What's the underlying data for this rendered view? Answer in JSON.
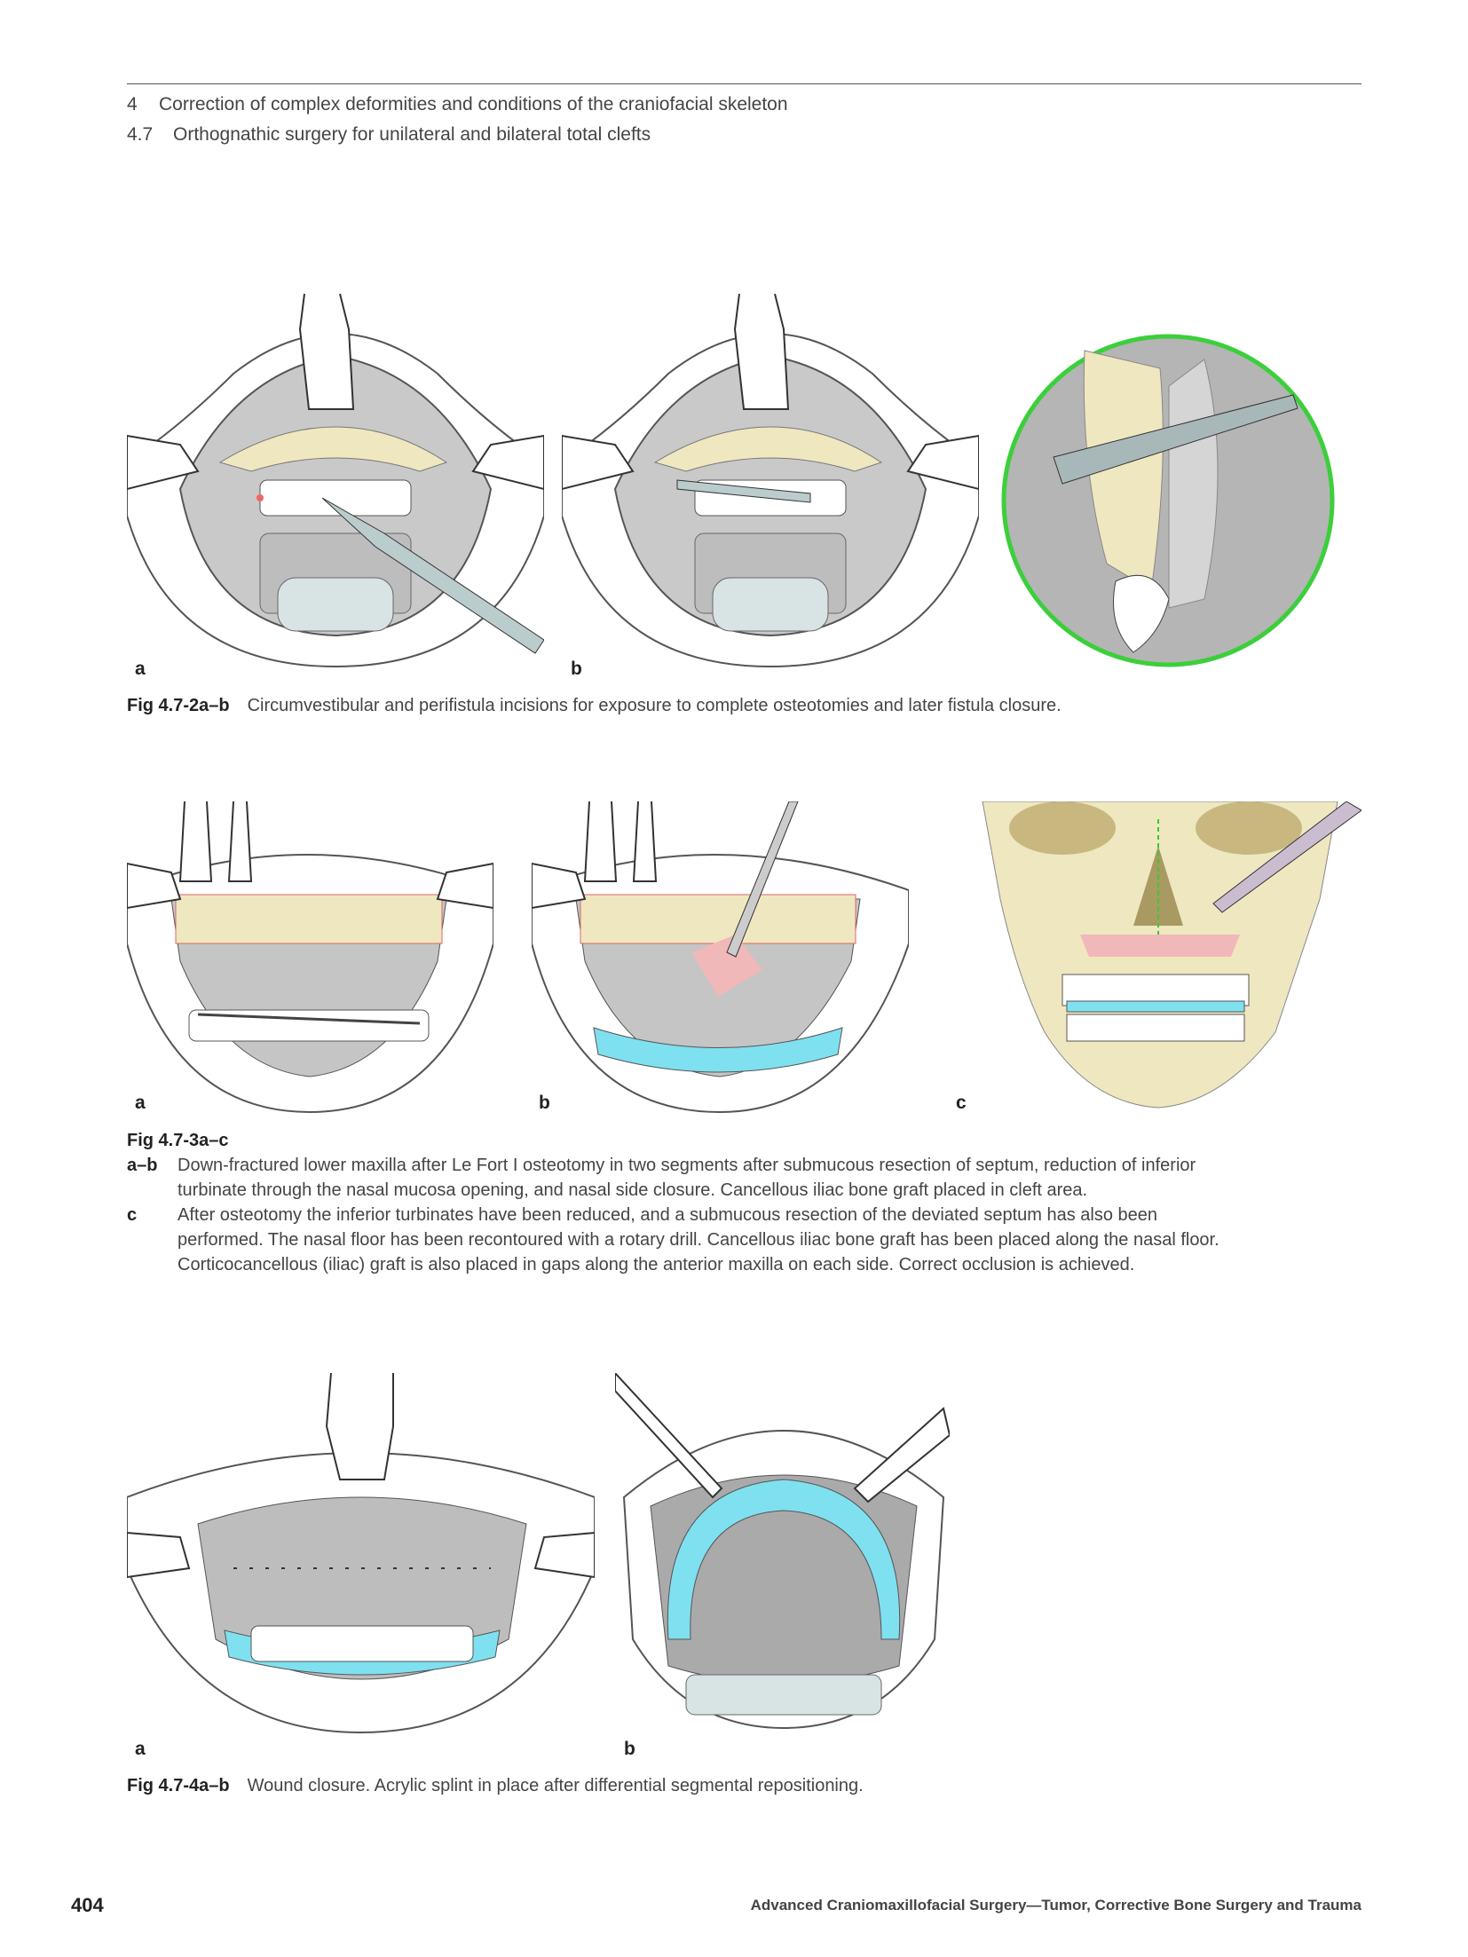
{
  "header": {
    "chapter_num": "4",
    "chapter_title": "Correction of complex deformities and conditions of the craniofacial skeleton",
    "section_num": "4.7",
    "section_title": "Orthognathic surgery for unilateral and bilateral total clefts"
  },
  "fig2": {
    "label_a": "a",
    "label_b": "b",
    "fig_id": "Fig 4.7-2a–b",
    "caption": "Circumvestibular and perifistula incisions for exposure to complete osteotomies and later fistula closure."
  },
  "fig3": {
    "label_a": "a",
    "label_b": "b",
    "label_c": "c",
    "fig_id": "Fig 4.7-3a–c",
    "items": [
      {
        "key": "a–b",
        "lines": [
          "Down-fractured lower maxilla after Le Fort I osteotomy in two segments after submucous resection of septum, reduction of inferior",
          "turbinate through the nasal mucosa opening, and nasal side closure. Cancellous iliac bone graft placed in cleft area."
        ]
      },
      {
        "key": "c",
        "lines": [
          "After osteotomy the inferior turbinates have been reduced, and a submucous resection of the deviated septum has also been",
          "performed. The nasal floor has been recontoured with a rotary drill. Cancellous iliac bone graft has been placed along the nasal floor.",
          "Corticocancellous (iliac) graft is also placed in gaps along the anterior maxilla on each side. Correct occlusion is achieved."
        ]
      }
    ]
  },
  "fig4": {
    "label_a": "a",
    "label_b": "b",
    "fig_id": "Fig 4.7-4a–b",
    "caption": "Wound closure. Acrylic splint in place after differential segmental repositioning."
  },
  "footer": {
    "page_number": "404",
    "book_title": "Advanced Craniomaxillofacial Surgery—Tumor, Corrective Bone Surgery and Trauma"
  },
  "colors": {
    "circle_border": "#3ccf3c",
    "splint": "#7fe0f0",
    "bone": "#efe7c0",
    "tissue": "#c8c8c8"
  }
}
